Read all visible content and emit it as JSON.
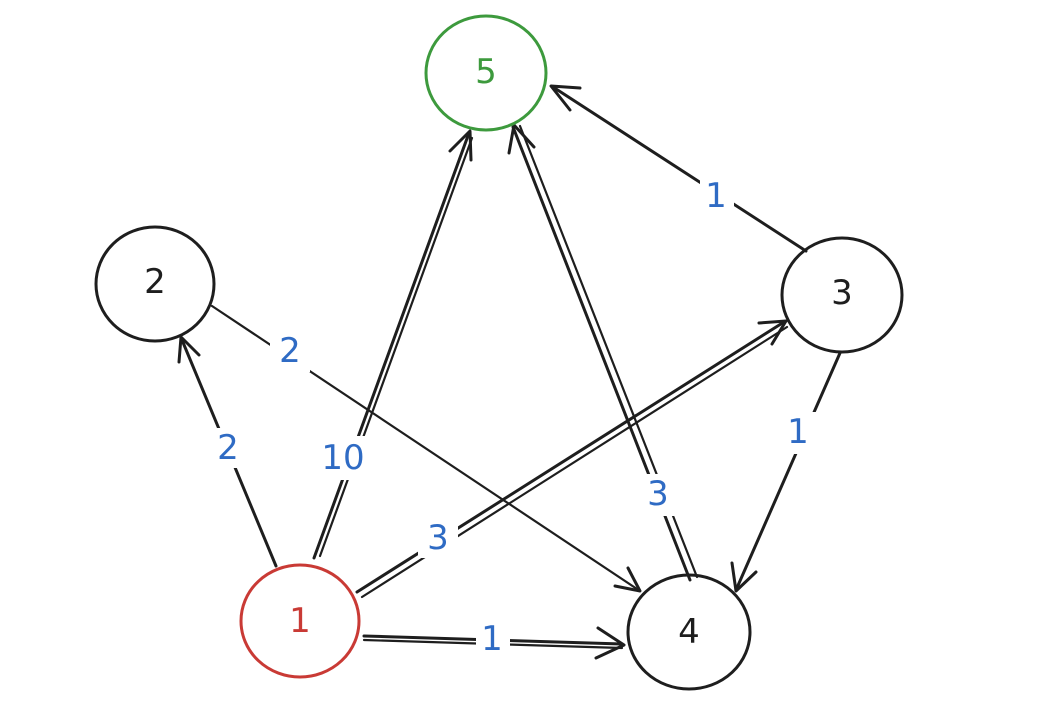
{
  "diagram": {
    "colors": {
      "default_stroke": "#1e1e1e",
      "source_node": "#c93a35",
      "target_node": "#3d9a3d",
      "weight_label": "#2f6bc4"
    },
    "nodes": [
      {
        "id": "1",
        "label": "1",
        "color": "#c93a35",
        "role": "source"
      },
      {
        "id": "2",
        "label": "2",
        "color": "#1e1e1e",
        "role": "normal"
      },
      {
        "id": "3",
        "label": "3",
        "color": "#1e1e1e",
        "role": "normal"
      },
      {
        "id": "4",
        "label": "4",
        "color": "#1e1e1e",
        "role": "normal"
      },
      {
        "id": "5",
        "label": "5",
        "color": "#3d9a3d",
        "role": "target"
      }
    ],
    "edges": [
      {
        "from": "1",
        "to": "2",
        "weight": "2"
      },
      {
        "from": "1",
        "to": "5",
        "weight": "10"
      },
      {
        "from": "1",
        "to": "3",
        "weight": "3"
      },
      {
        "from": "1",
        "to": "4",
        "weight": "1"
      },
      {
        "from": "2",
        "to": "4",
        "weight": "2"
      },
      {
        "from": "3",
        "to": "5",
        "weight": "1"
      },
      {
        "from": "3",
        "to": "4",
        "weight": "1"
      },
      {
        "from": "4",
        "to": "5",
        "weight": "3"
      }
    ]
  }
}
